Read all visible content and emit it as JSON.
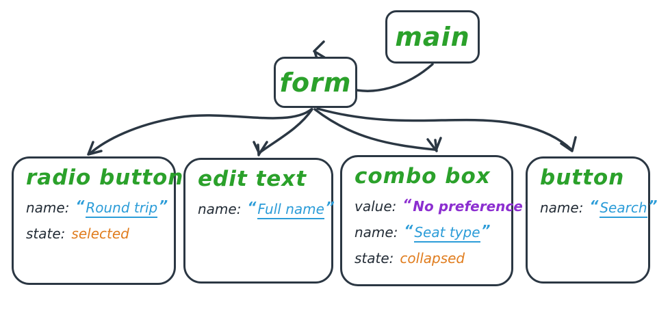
{
  "strings": {
    "quote_open": "“",
    "quote_close": "”"
  },
  "colors": {
    "ink": "#2b3743",
    "node_title_green": "#2ba12b",
    "value_blue": "#2b9cd8",
    "value_purple": "#8c2fd0",
    "state_orange": "#e07c1d",
    "background": "#ffffff"
  },
  "tree": {
    "root": {
      "label": "main"
    },
    "form": {
      "label": "form"
    },
    "children": [
      {
        "title": "radio button",
        "props": [
          {
            "label": "name:",
            "value": "Round trip"
          },
          {
            "label": "state:",
            "value": "selected"
          }
        ]
      },
      {
        "title": "edit text",
        "props": [
          {
            "label": "name:",
            "value": "Full name"
          }
        ]
      },
      {
        "title": "combo box",
        "props": [
          {
            "label": "value:",
            "value": "No preference"
          },
          {
            "label": "name:",
            "value": "Seat type"
          },
          {
            "label": "state:",
            "value": "collapsed"
          }
        ]
      },
      {
        "title": "button",
        "props": [
          {
            "label": "name:",
            "value": "Search"
          }
        ]
      }
    ]
  }
}
